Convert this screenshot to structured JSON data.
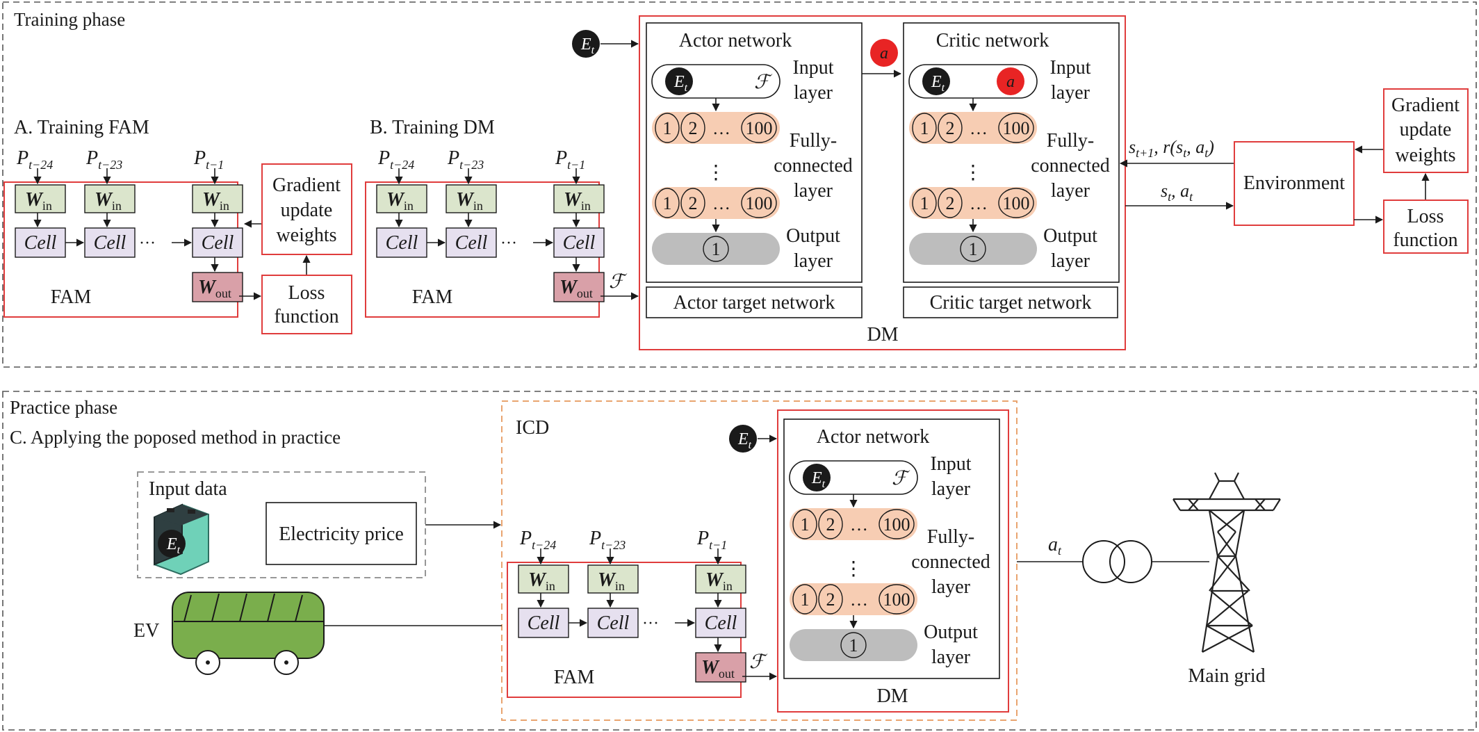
{
  "phases": {
    "training": "Training phase",
    "practice": "Practice phase"
  },
  "sections": {
    "a": "A. Training FAM",
    "b": "B. Training DM",
    "c": "C. Applying the poposed method in practice"
  },
  "fam": {
    "inputs": [
      {
        "base": "P",
        "sub": "t−24"
      },
      {
        "base": "P",
        "sub": "t−23"
      },
      {
        "base": "P",
        "sub": "t−1"
      }
    ],
    "win": {
      "base": "W",
      "sub": "in"
    },
    "wout": {
      "base": "W",
      "sub": "out"
    },
    "cell": "Cell",
    "dots": "···",
    "label": "FAM"
  },
  "grad_update": [
    "Gradient",
    "update",
    "weights"
  ],
  "loss": [
    "Loss",
    "function"
  ],
  "symbols": {
    "F": "ℱ",
    "E": "E",
    "E_sub": "t",
    "a": "a"
  },
  "dm": {
    "label": "DM",
    "actor_title": "Actor network",
    "critic_title": "Critic network",
    "actor_target": "Actor target network",
    "critic_target": "Critic target network",
    "nodes": [
      "1",
      "2",
      "…",
      "100"
    ],
    "output_node": "1",
    "vdots": "⋮",
    "layers": {
      "input": [
        "Input",
        "layer"
      ],
      "fc": [
        "Fully-",
        "connected",
        "layer"
      ],
      "output": [
        "Output",
        "layer"
      ]
    }
  },
  "env": {
    "label": "Environment",
    "feedback": {
      "s": "s",
      "s_sub": "t+1",
      "rest": ", r(s",
      "sub1": "t",
      "mid": ", a",
      "sub2": "t",
      "end": ")"
    },
    "action": {
      "s": "s",
      "s_sub": "t",
      "mid": ", a",
      "a_sub": "t"
    }
  },
  "practice": {
    "icd": "ICD",
    "input_data": "Input data",
    "elec_price": "Electricity price",
    "ev": "EV",
    "at": {
      "base": "a",
      "sub": "t"
    },
    "main_grid": "Main grid"
  },
  "colors": {
    "red_border": "#e03c3c",
    "win_fill": "#dbe5cc",
    "cell_fill": "#e6e0ef",
    "wout_fill": "#d9a0a8",
    "layer_fill": "#f7cdb3",
    "output_fill": "#bdbdbd",
    "bus_fill": "#7aae4c",
    "battery_fill": "#6fd1b8",
    "icd_border": "#e9a46f",
    "red_node": "#e82424"
  }
}
